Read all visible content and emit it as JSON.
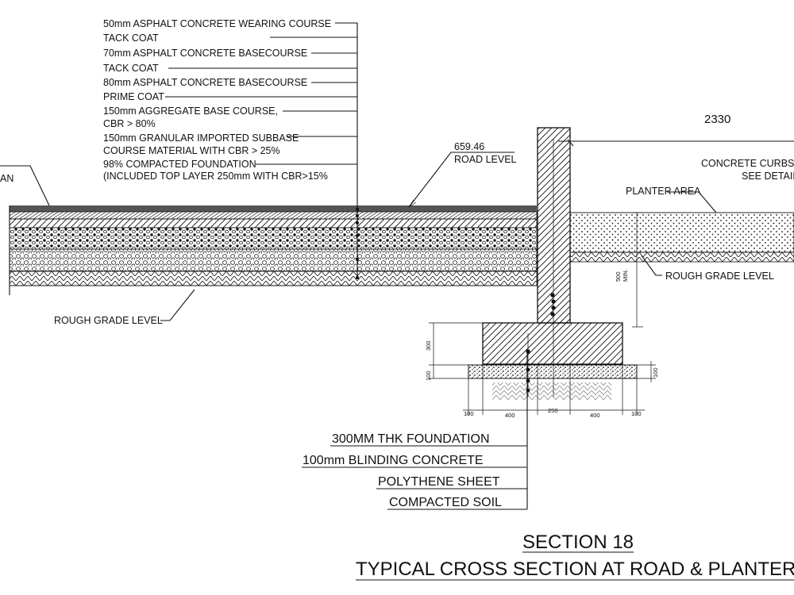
{
  "layer_labels": [
    "50mm ASPHALT CONCRETE WEARING COURSE",
    "TACK COAT",
    "70mm ASPHALT CONCRETE BASECOURSE",
    "TACK COAT",
    "80mm ASPHALT CONCRETE BASECOURSE",
    "PRIME COAT",
    "150mm AGGREGATE BASE COURSE,",
    "CBR > 80%",
    "150mm GRANULAR IMPORTED SUBBASE",
    "COURSE MATERIAL WITH CBR > 25%",
    "98% COMPACTED FOUNDATION",
    "(INCLUDED TOP LAYER 250mm WITH CBR>15%"
  ],
  "road_level_value": "659.46",
  "road_level_label": "ROAD LEVEL",
  "left_cut_label": "AN",
  "rough_grade_left": "ROUGH GRADE LEVEL",
  "rough_grade_right": "ROUGH GRADE LEVEL",
  "dimension_top": "2330",
  "curbstone_label_1": "CONCRETE CURBST",
  "curbstone_label_2": "SEE DETAIL",
  "planter_area": "PLANTER AREA",
  "dim_500": "500",
  "dim_min": "MIN.",
  "dim_300": "300",
  "dim_100_left": "100",
  "dim_100_right": "100",
  "bottom_dims": [
    "100",
    "400",
    "250",
    "400",
    "100"
  ],
  "foundation_labels": [
    "300MM THK FOUNDATION",
    "100mm BLINDING CONCRETE",
    "POLYTHENE SHEET",
    "COMPACTED SOIL"
  ],
  "section_title": "SECTION 18",
  "section_subtitle": "TYPICAL CROSS SECTION AT ROAD & PLANTER"
}
